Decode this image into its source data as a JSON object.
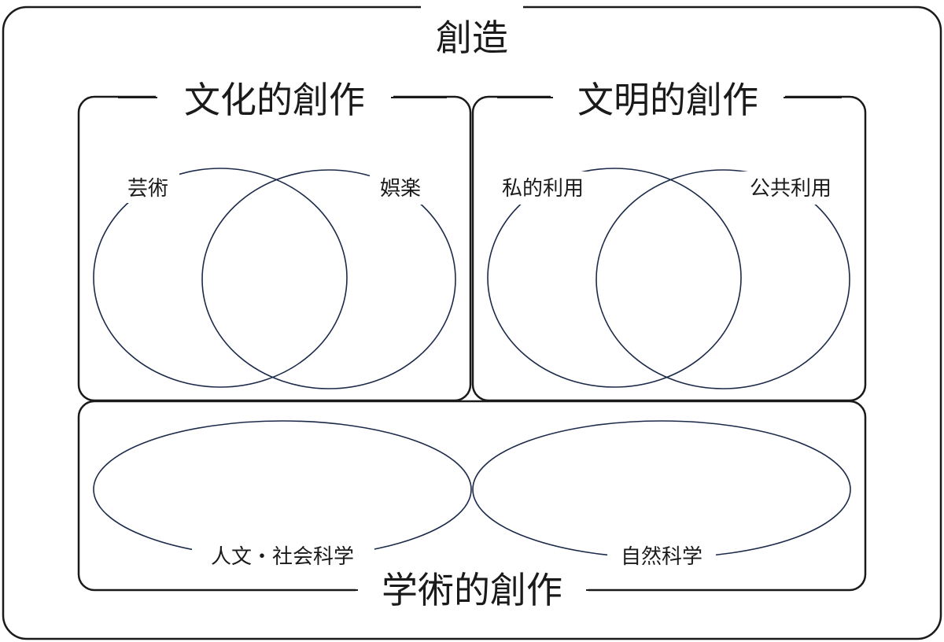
{
  "creation": {
    "title": "創造"
  },
  "cultural": {
    "title": "文化的創作",
    "circle_left_label": "芸術",
    "circle_right_label": "娯楽"
  },
  "civilizational": {
    "title": "文明的創作",
    "circle_left_label": "私的利用",
    "circle_right_label": "公共利用"
  },
  "academic": {
    "title": "学術的創作",
    "ellipse_left_label": "人文・社会科学",
    "ellipse_right_label": "自然科学"
  }
}
